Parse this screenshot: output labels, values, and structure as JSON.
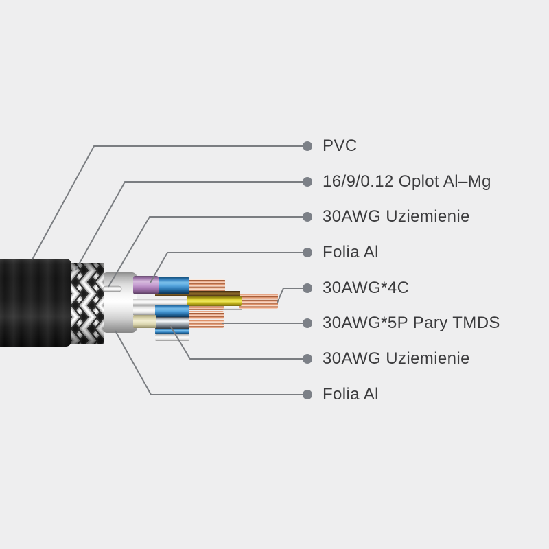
{
  "diagram": {
    "subject": "cable construction cutaway",
    "callouts": [
      {
        "label": "PVC",
        "points_to": "outer-jacket"
      },
      {
        "label": "16/9/0.12 Oplot Al–Mg",
        "points_to": "braid-shield"
      },
      {
        "label": "30AWG Uziemienie",
        "points_to": "drain-wire"
      },
      {
        "label": "Folia Al",
        "points_to": "foil-wrapped-core"
      },
      {
        "label": "30AWG*4C",
        "points_to": "center-copper-strands"
      },
      {
        "label": "30AWG*5P Pary TMDS",
        "points_to": "lower-copper-strands"
      },
      {
        "label": "30AWG Uziemienie",
        "points_to": "silver-ground-wire"
      },
      {
        "label": "Folia Al",
        "points_to": "inner-foil-wrap"
      }
    ],
    "style": {
      "background": "#eeeeef",
      "label_color": "#3b3b3d",
      "leader_line_color": "#7a7d81",
      "dot_color": "#7c8087",
      "jacket_color": "#151515",
      "braid_color": "#d6d6d6",
      "foil_color": "#ececec",
      "wire_colors": {
        "purple": "#b68cc2",
        "blue": "#3e8ecb",
        "copper": "#d98a64",
        "yellow": "#e0d233",
        "brown": "#7a5a28",
        "white": "#f4f4f4",
        "cream": "#e9e4c0",
        "silver": "#c7ccd0"
      }
    }
  }
}
